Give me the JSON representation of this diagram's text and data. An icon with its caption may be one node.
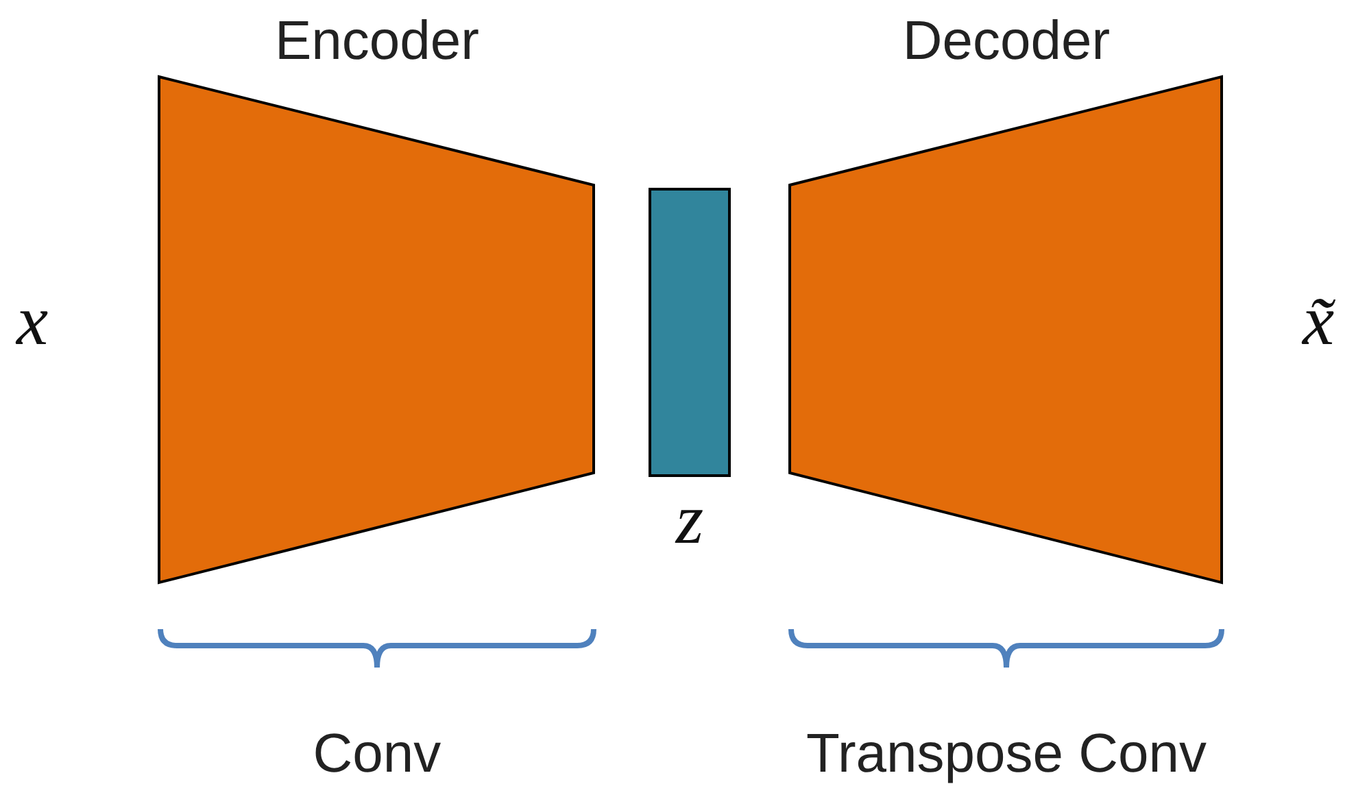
{
  "diagram": {
    "nodes": [
      {
        "text": [
          "Encoder"
        ],
        "beside": [
          "Conv"
        ]
      },
      {
        "text": [
          "z"
        ]
      },
      {
        "text": [
          "Decoder"
        ],
        "beside": [
          "Transpose Conv"
        ]
      }
    ],
    "labels": [
      "x",
      "x̃"
    ]
  }
}
